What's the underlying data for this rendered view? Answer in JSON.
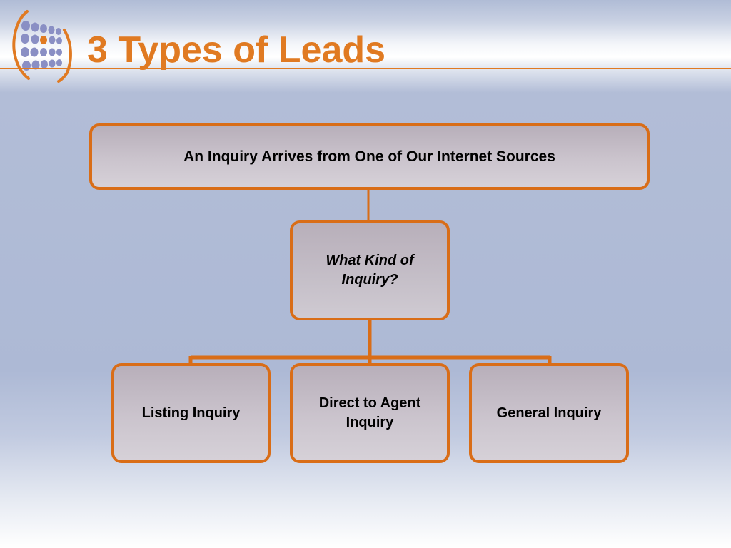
{
  "slide": {
    "title": "3 Types of Leads"
  },
  "colors": {
    "accent": "#e07a22",
    "node_border": "#d96d17",
    "node_fill": "#c3bcc6",
    "background": "#adb9d5",
    "logo_dots": "#8a8fc4"
  },
  "logo": {
    "icon": "dot-grid-logo-icon"
  },
  "diagram": {
    "type": "hierarchy",
    "root": {
      "label": "An Inquiry Arrives from One of Our Internet Sources"
    },
    "question": {
      "line1": "What Kind of",
      "line2": "Inquiry?"
    },
    "leaves": [
      {
        "line1": "Listing Inquiry",
        "line2": ""
      },
      {
        "line1": "Direct to Agent",
        "line2": "Inquiry"
      },
      {
        "line1": "General Inquiry",
        "line2": ""
      }
    ]
  }
}
